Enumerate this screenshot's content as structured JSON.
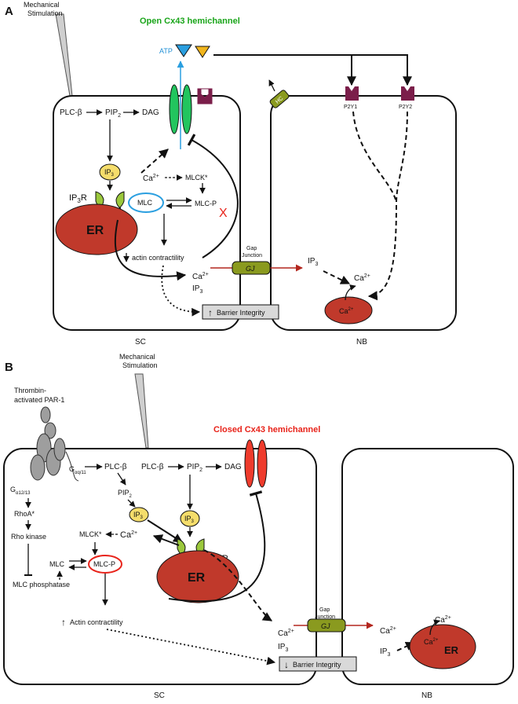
{
  "panel_a": {
    "letter": "A",
    "mechanical": [
      "Mechanical",
      "Stimulation"
    ],
    "title": "Open Cx43 hemichannel",
    "title_color": "#1aa51a",
    "atp": "ATP",
    "atp_color": "#1f8fd6",
    "p2y1": "P2Y1",
    "p2y2": "P2Y2",
    "hc": "HC",
    "plc": "PLC-β",
    "pip2": "PIP",
    "pip2_sub": "2",
    "dag": "DAG",
    "ip3": "IP",
    "ip3_sub": "3",
    "ca": "Ca",
    "ca_sup": "2+",
    "mlck": "MLCK*",
    "ip3r": "IP",
    "ip3r_sub": "3",
    "ip3r_tail": "R",
    "mlc": "MLC",
    "mlcp": "MLC-P",
    "er": "ER",
    "actin": "actin contractility",
    "gap": [
      "Gap",
      "Junction"
    ],
    "gj": "GJ",
    "barrier": "Barrier Integrity",
    "sc": "SC",
    "nb": "NB",
    "x_mark": "X"
  },
  "panel_b": {
    "letter": "B",
    "mechanical": [
      "Mechanical",
      "Stimulation"
    ],
    "thrombin": [
      "Thrombin-",
      "activated PAR-1"
    ],
    "title": "Closed Cx43 hemichannel",
    "title_color": "#e8231a",
    "g1213": "G",
    "g1213_sub": "α12/13",
    "gq11": "G",
    "gq11_sub": "αq/11",
    "plc1": "PLC-β",
    "plc2": "PLC-β",
    "pip2": "PIP",
    "pip2_sub": "2",
    "dag": "DAG",
    "ip3": "IP",
    "ip3_sub": "3",
    "rhoa": "RhoA*",
    "rho_kinase": "Rho kinase",
    "mlc_phosphatase": "MLC phosphatase",
    "mlck": "MLCK*",
    "ca": "Ca",
    "ca_sup": "2+",
    "mlc": "MLC",
    "mlcp": "MLC-P",
    "ip3r": "IP",
    "ip3r_sub": "3",
    "ip3r_tail": "R",
    "er": "ER",
    "actin": "Actin contractility",
    "gap": [
      "Gap",
      "Junction"
    ],
    "gj": "GJ",
    "barrier": "Barrier Integrity",
    "sc": "SC",
    "nb": "NB"
  },
  "colors": {
    "er_fill": "#c0392b",
    "channel_open": "#22c55e",
    "channel_closed": "#ef3b2c",
    "receptor": "#7b1e4a",
    "ip3_fill": "#f5dd6b",
    "ip3r_fill": "#9bc83c",
    "gj_fill": "#8a9a1f",
    "atp_blue": "#2b9fe0",
    "atp_yellow": "#f1b51c",
    "gj_arrow": "#b3261e",
    "par1": "#9e9e9e"
  }
}
